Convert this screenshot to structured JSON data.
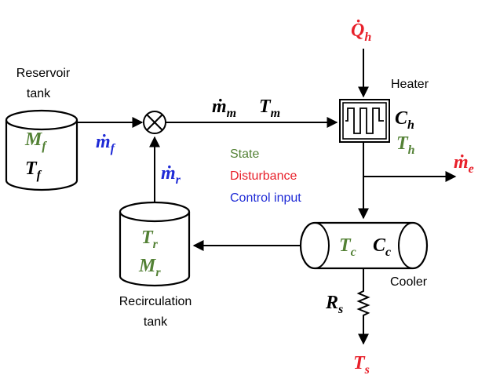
{
  "colors": {
    "state": "#538135",
    "disturbance": "#e8202a",
    "control": "#1f2bd6",
    "line": "#000000"
  },
  "labels": {
    "reservoir_line1": "Reservoir",
    "reservoir_line2": "tank",
    "heater": "Heater",
    "cooler": "Cooler",
    "recirculation_line1": "Recirculation",
    "recirculation_line2": "tank"
  },
  "legend": {
    "state": "State",
    "disturbance": "Disturbance",
    "control": "Control input"
  },
  "symbols": {
    "Qh": {
      "base": "Q",
      "sub": "h",
      "dot": true
    },
    "mf": {
      "base": "m",
      "sub": "f",
      "dot": true
    },
    "mr": {
      "base": "m",
      "sub": "r",
      "dot": true
    },
    "mm": {
      "base": "m",
      "sub": "m",
      "dot": true
    },
    "Tm": {
      "base": "T",
      "sub": "m",
      "dot": false
    },
    "Ch": {
      "base": "C",
      "sub": "h",
      "dot": false
    },
    "Th": {
      "base": "T",
      "sub": "h",
      "dot": false
    },
    "me": {
      "base": "m",
      "sub": "e",
      "dot": true
    },
    "Mf": {
      "base": "M",
      "sub": "f",
      "dot": false
    },
    "Tf": {
      "base": "T",
      "sub": "f",
      "dot": false
    },
    "Tr": {
      "base": "T",
      "sub": "r",
      "dot": false
    },
    "Mr": {
      "base": "M",
      "sub": "r",
      "dot": false
    },
    "Tc": {
      "base": "T",
      "sub": "c",
      "dot": false
    },
    "Cc": {
      "base": "C",
      "sub": "c",
      "dot": false
    },
    "Rs": {
      "base": "R",
      "sub": "s",
      "dot": false
    },
    "Ts": {
      "base": "T",
      "sub": "s",
      "dot": false
    }
  }
}
